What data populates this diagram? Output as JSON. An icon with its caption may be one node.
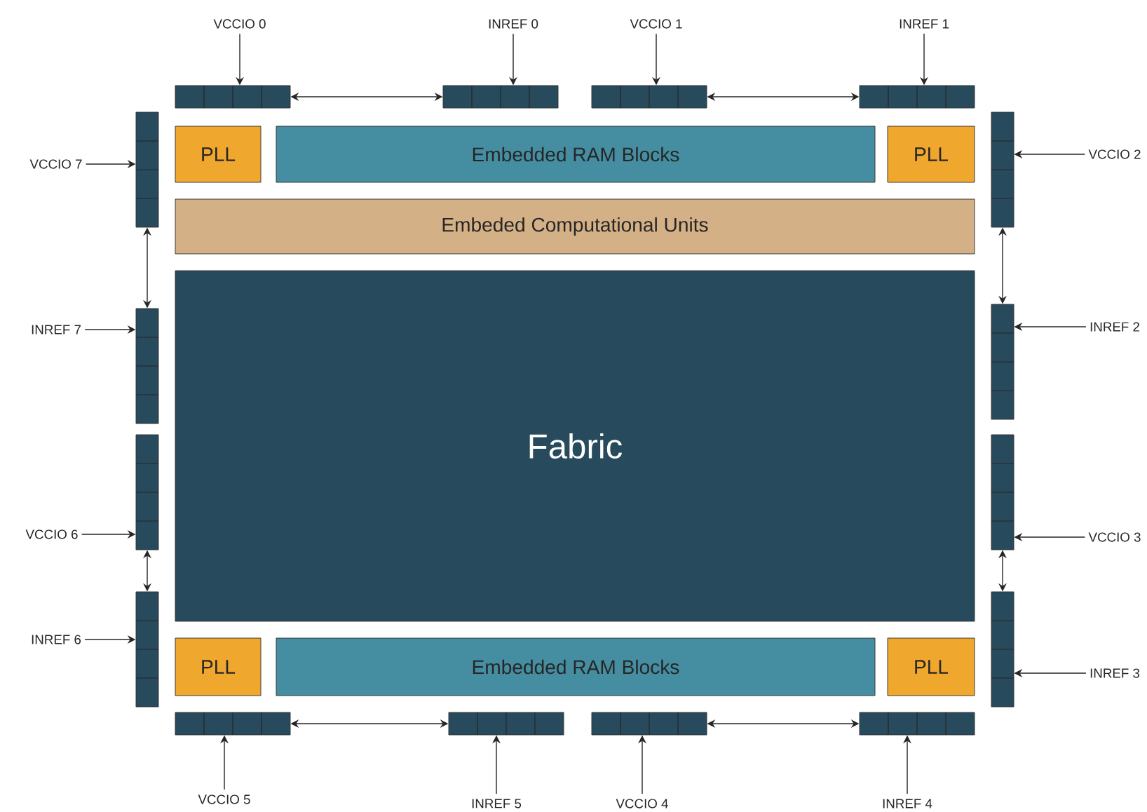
{
  "diagram": {
    "nodes": [
      {
        "text": [
          "VCCIO 0"
        ]
      },
      {
        "text": [
          "INREF 0"
        ]
      },
      {
        "text": [
          "VCCIO 1"
        ]
      },
      {
        "text": [
          "INREF 1"
        ]
      },
      {
        "text": [],
        "shape": "bar"
      },
      {
        "text": [],
        "shape": "bar"
      },
      {
        "text": [],
        "shape": "bar"
      },
      {
        "text": [],
        "shape": "bar"
      },
      {
        "text": [
          "PLL"
        ]
      },
      {
        "text": [
          "Embedded RAM Blocks"
        ]
      },
      {
        "text": [
          "PLL"
        ]
      },
      {
        "text": [
          "Embeded Computational Units"
        ]
      },
      {
        "text": [
          "Fabric"
        ]
      },
      {
        "text": [
          "PLL"
        ]
      },
      {
        "text": [
          "Embedded RAM Blocks"
        ]
      },
      {
        "text": [
          "PLL"
        ]
      },
      {
        "text": [],
        "shape": "bar"
      },
      {
        "text": [],
        "shape": "bar"
      },
      {
        "text": [],
        "shape": "bar"
      },
      {
        "text": [],
        "shape": "bar"
      },
      {
        "text": [
          "VCCIO 7"
        ]
      },
      {
        "text": [
          "INREF 7"
        ]
      },
      {
        "text": [
          "VCCIO 6"
        ]
      },
      {
        "text": [
          "INREF 6"
        ]
      },
      {
        "text": [],
        "shape": "bar"
      },
      {
        "text": [],
        "shape": "bar"
      },
      {
        "text": [],
        "shape": "bar"
      },
      {
        "text": [],
        "shape": "bar"
      },
      {
        "text": [
          "VCCIO 2"
        ]
      },
      {
        "text": [
          "INREF 2"
        ]
      },
      {
        "text": [
          "VCCIO 3"
        ]
      },
      {
        "text": [
          "INREF 3"
        ]
      },
      {
        "text": [],
        "shape": "bar"
      },
      {
        "text": [],
        "shape": "bar"
      },
      {
        "text": [],
        "shape": "bar"
      },
      {
        "text": [],
        "shape": "bar"
      },
      {
        "text": [
          "VCCIO 5"
        ]
      },
      {
        "text": [
          "INREF 5"
        ]
      },
      {
        "text": [
          "VCCIO 4"
        ]
      },
      {
        "text": [
          "INREF 4"
        ]
      }
    ],
    "edges": [
      {
        "from": 0,
        "to": 4,
        "arrow": "to"
      },
      {
        "from": 1,
        "to": 5,
        "arrow": "to"
      },
      {
        "from": 2,
        "to": 6,
        "arrow": "to"
      },
      {
        "from": 3,
        "to": 7,
        "arrow": "to"
      },
      {
        "from": 4,
        "to": 5,
        "arrow": "both"
      },
      {
        "from": 6,
        "to": 7,
        "arrow": "both"
      },
      {
        "from": 20,
        "to": 16,
        "arrow": "to"
      },
      {
        "from": 21,
        "to": 17,
        "arrow": "to"
      },
      {
        "from": 22,
        "to": 18,
        "arrow": "to"
      },
      {
        "from": 23,
        "to": 19,
        "arrow": "to"
      },
      {
        "from": 16,
        "to": 17,
        "arrow": "both"
      },
      {
        "from": 18,
        "to": 19,
        "arrow": "both"
      },
      {
        "from": 28,
        "to": 24,
        "arrow": "to"
      },
      {
        "from": 29,
        "to": 25,
        "arrow": "to"
      },
      {
        "from": 30,
        "to": 26,
        "arrow": "to"
      },
      {
        "from": 31,
        "to": 27,
        "arrow": "to"
      },
      {
        "from": 24,
        "to": 25,
        "arrow": "both"
      },
      {
        "from": 26,
        "to": 27,
        "arrow": "both"
      },
      {
        "from": 36,
        "to": 32,
        "arrow": "to"
      },
      {
        "from": 37,
        "to": 33,
        "arrow": "to"
      },
      {
        "from": 38,
        "to": 34,
        "arrow": "to"
      },
      {
        "from": 39,
        "to": 35,
        "arrow": "to"
      },
      {
        "from": 32,
        "to": 33,
        "arrow": "both"
      },
      {
        "from": 34,
        "to": 35,
        "arrow": "both"
      }
    ]
  }
}
